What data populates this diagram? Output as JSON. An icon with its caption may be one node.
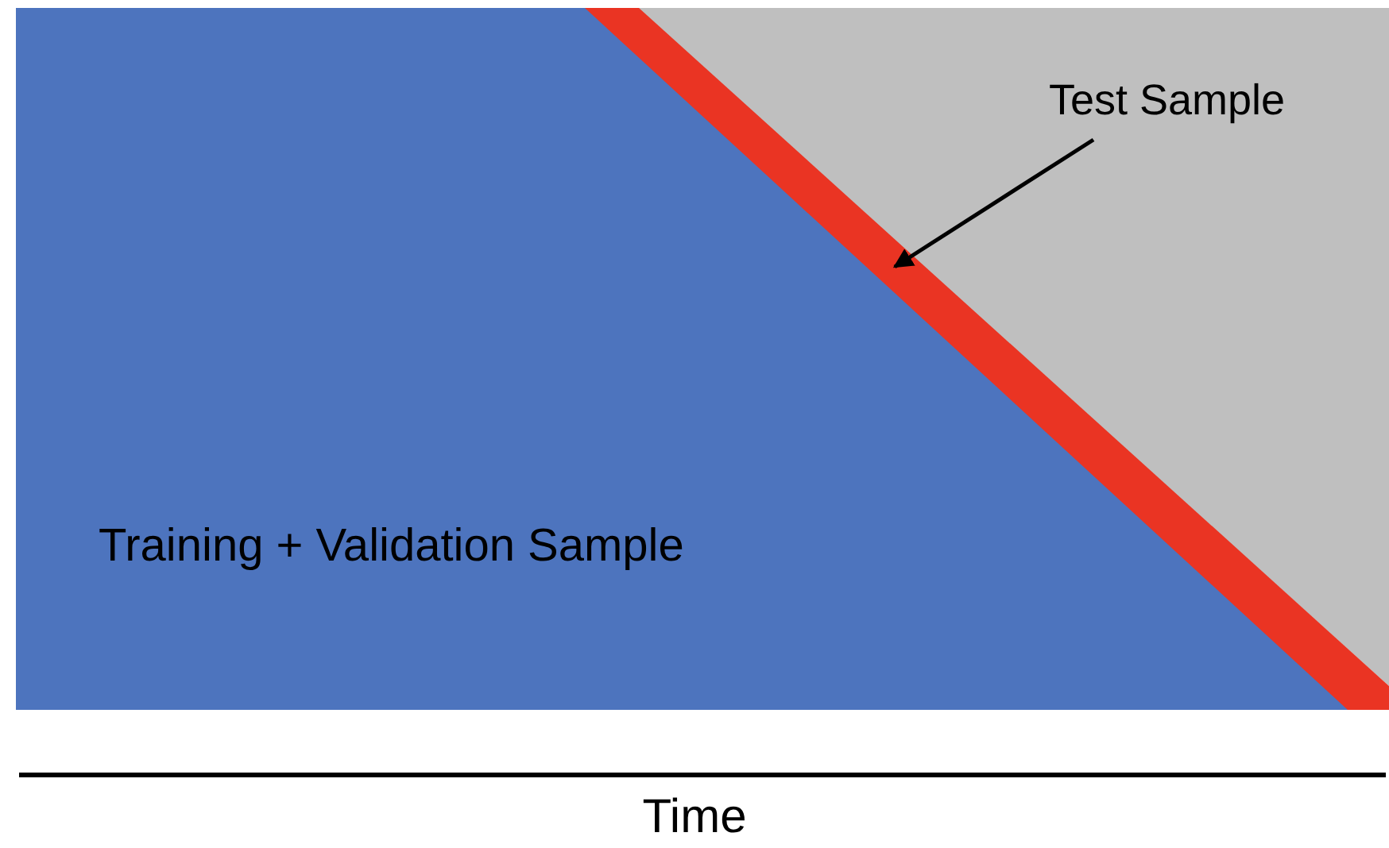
{
  "diagram": {
    "nodes": [
      {
        "text": [
          "Training + Validation Sample"
        ]
      },
      {
        "text": [],
        "shape": "bar"
      },
      {
        "text": [
          "Test Sample"
        ]
      }
    ],
    "edges": [
      {
        "from": 2,
        "to": 1,
        "arrow": "to"
      }
    ],
    "labels": [
      "Time"
    ]
  }
}
